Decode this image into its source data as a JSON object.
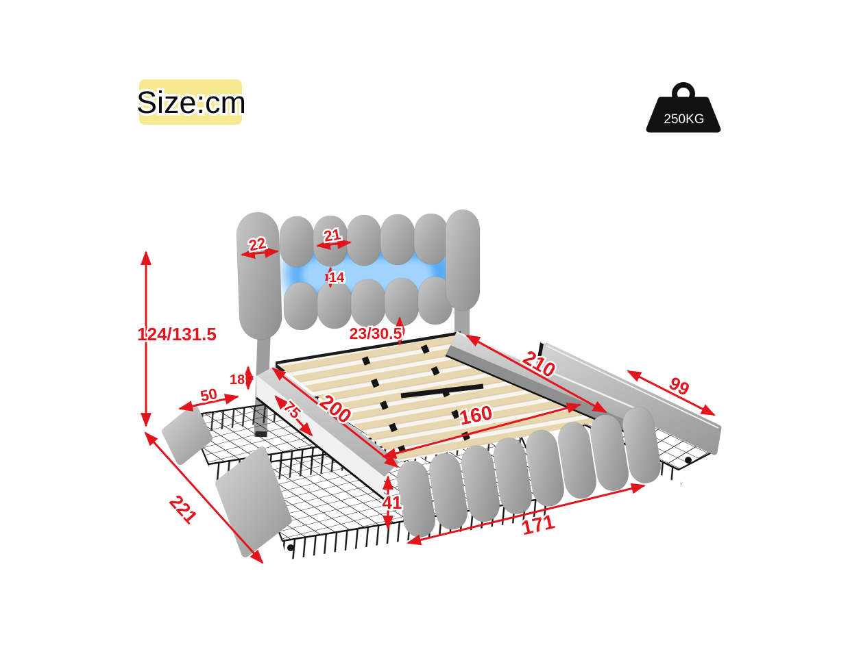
{
  "size_badge": {
    "label": "Size:cm"
  },
  "weight_badge": {
    "label": "250KG"
  },
  "dimensions": {
    "total_height": "124/131.5",
    "side_cushion_width": "22",
    "cushion_width": "21",
    "led_gap_height": "14",
    "headboard_to_slats": "23/30.5",
    "underbed_clearance": "18",
    "front_drawer_width": "50",
    "front_drawer_depth": "75",
    "inner_length": "200",
    "slat_width": "160",
    "outer_length": "210",
    "side_drawer_length": "99",
    "total_depth_with_drawer": "221",
    "side_rail_height": "41",
    "outer_width": "171"
  },
  "colors": {
    "dimension_red": "#e2141c",
    "led_blue": "#5fb0f5",
    "badge_yellow": "#f6e992",
    "fabric_gray": "#a3a3a3",
    "slat_wood": "#e7d6ae",
    "metal_black": "#161616"
  }
}
